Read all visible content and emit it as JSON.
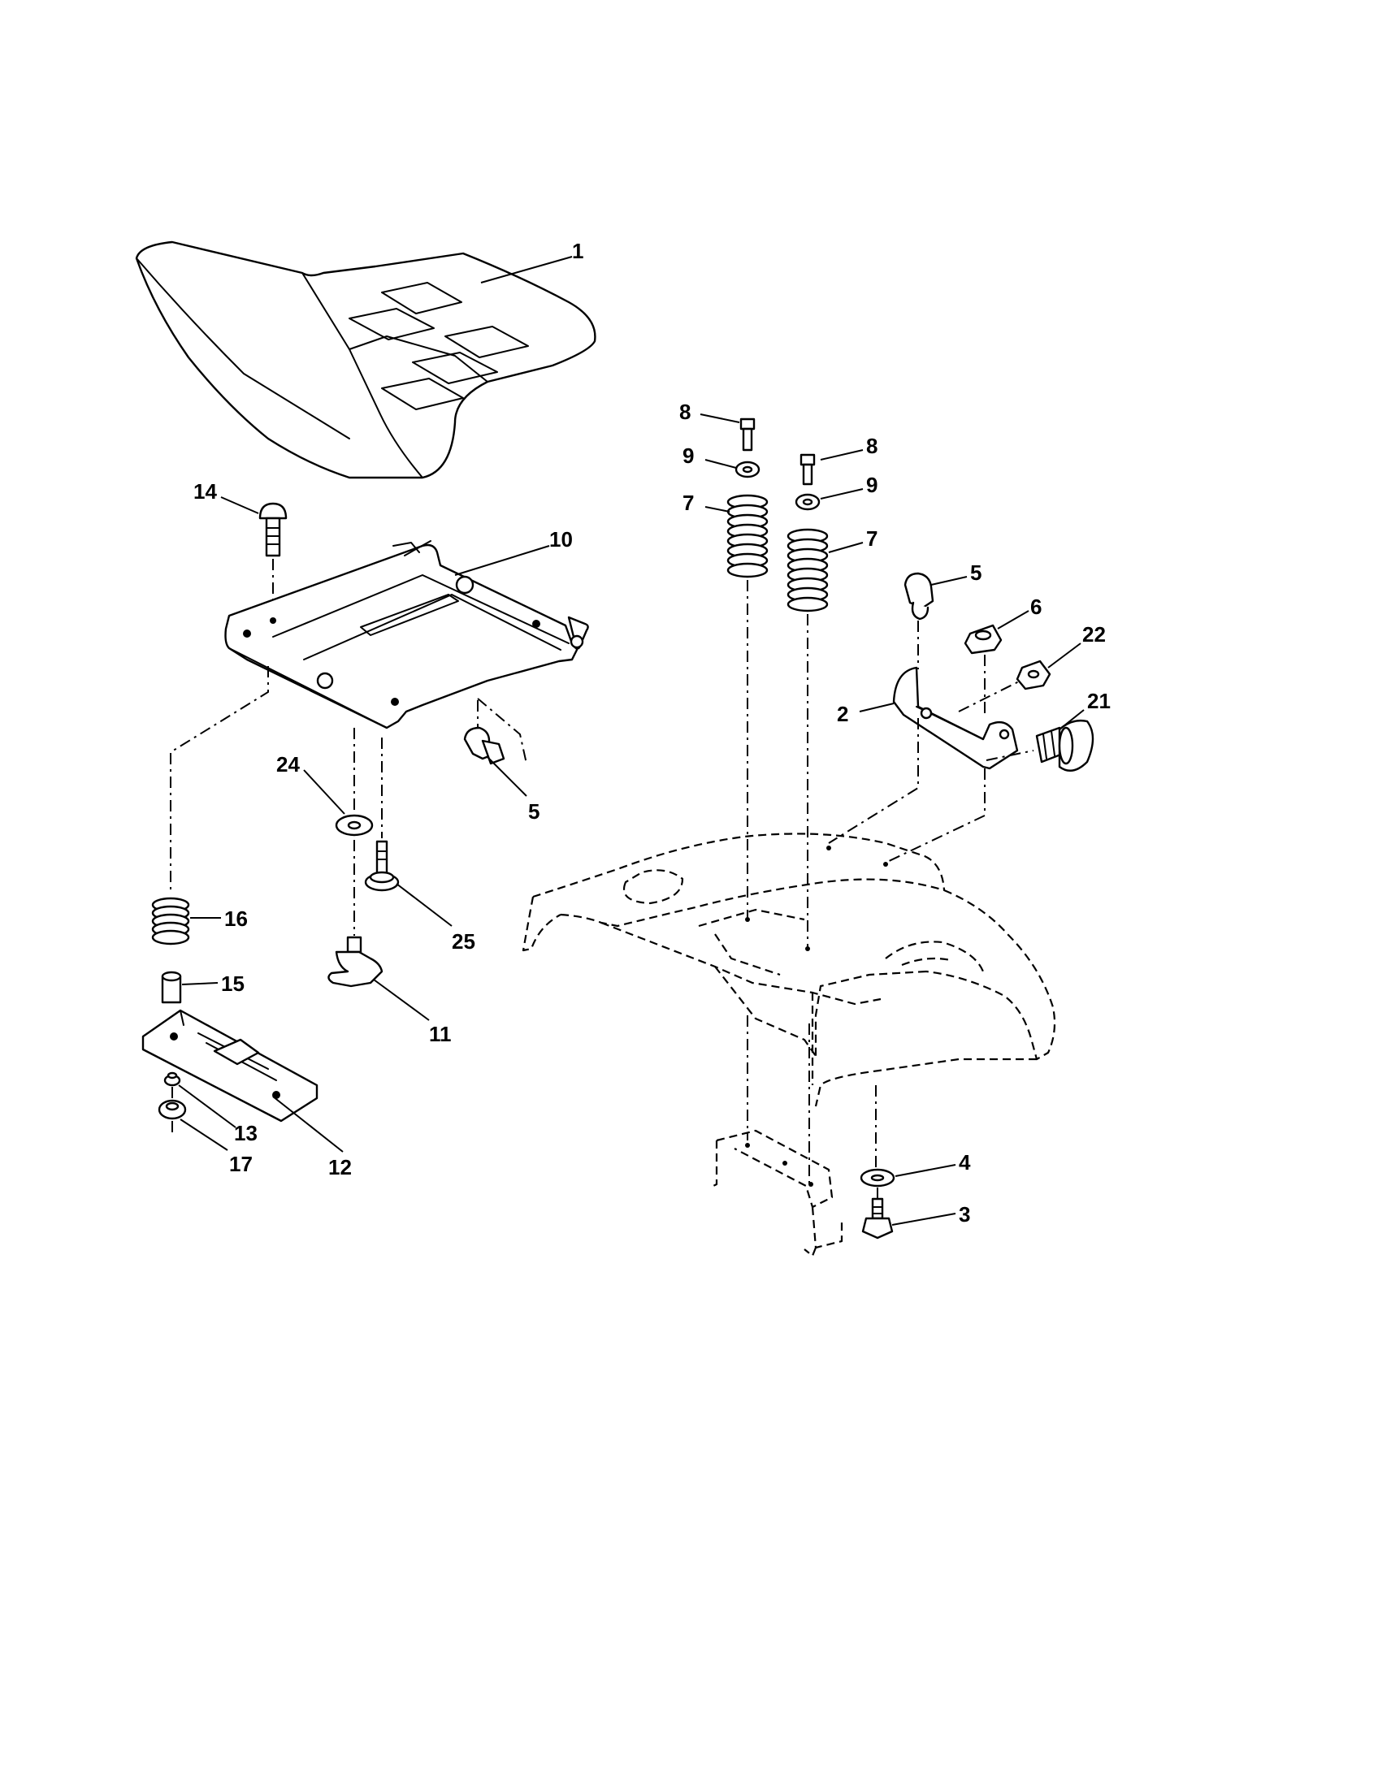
{
  "callouts": {
    "c1": "1",
    "c2": "2",
    "c3": "3",
    "c4": "4",
    "c5a": "5",
    "c5b": "5",
    "c6": "6",
    "c7a": "7",
    "c7b": "7",
    "c8a": "8",
    "c8b": "8",
    "c9a": "9",
    "c9b": "9",
    "c10": "10",
    "c11": "11",
    "c12": "12",
    "c13": "13",
    "c14": "14",
    "c15": "15",
    "c16": "16",
    "c17": "17",
    "c21": "21",
    "c22": "22",
    "c24": "24",
    "c25": "25"
  },
  "colors": {
    "ink": "#000000",
    "paper": "#ffffff"
  }
}
